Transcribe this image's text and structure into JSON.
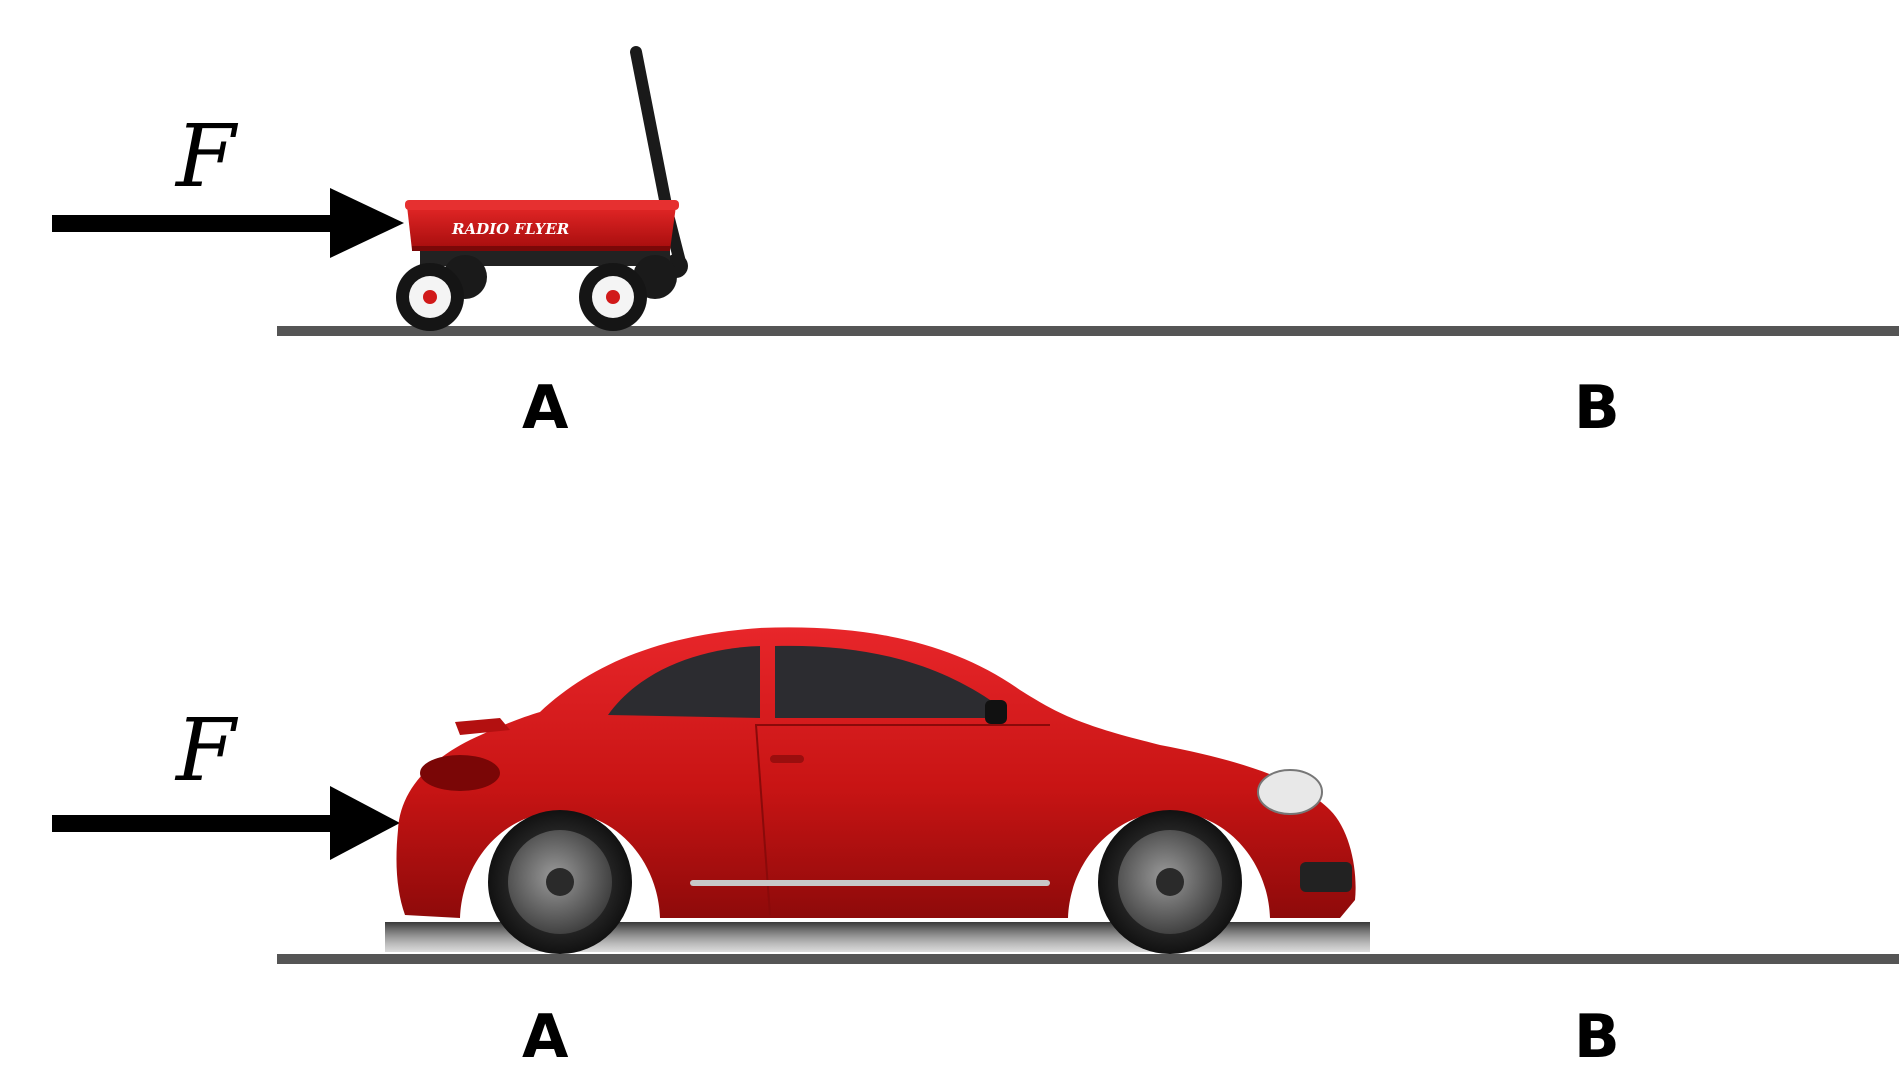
{
  "scenes": [
    {
      "object": "wagon",
      "force_label": "F",
      "point_a_label": "A",
      "point_b_label": "B",
      "wagon_brand": "RADIO FLYER"
    },
    {
      "object": "car",
      "force_label": "F",
      "point_a_label": "A",
      "point_b_label": "B"
    }
  ],
  "colors": {
    "ground": "#555555",
    "arrow": "#000000",
    "vehicle_red": "#d01818"
  }
}
